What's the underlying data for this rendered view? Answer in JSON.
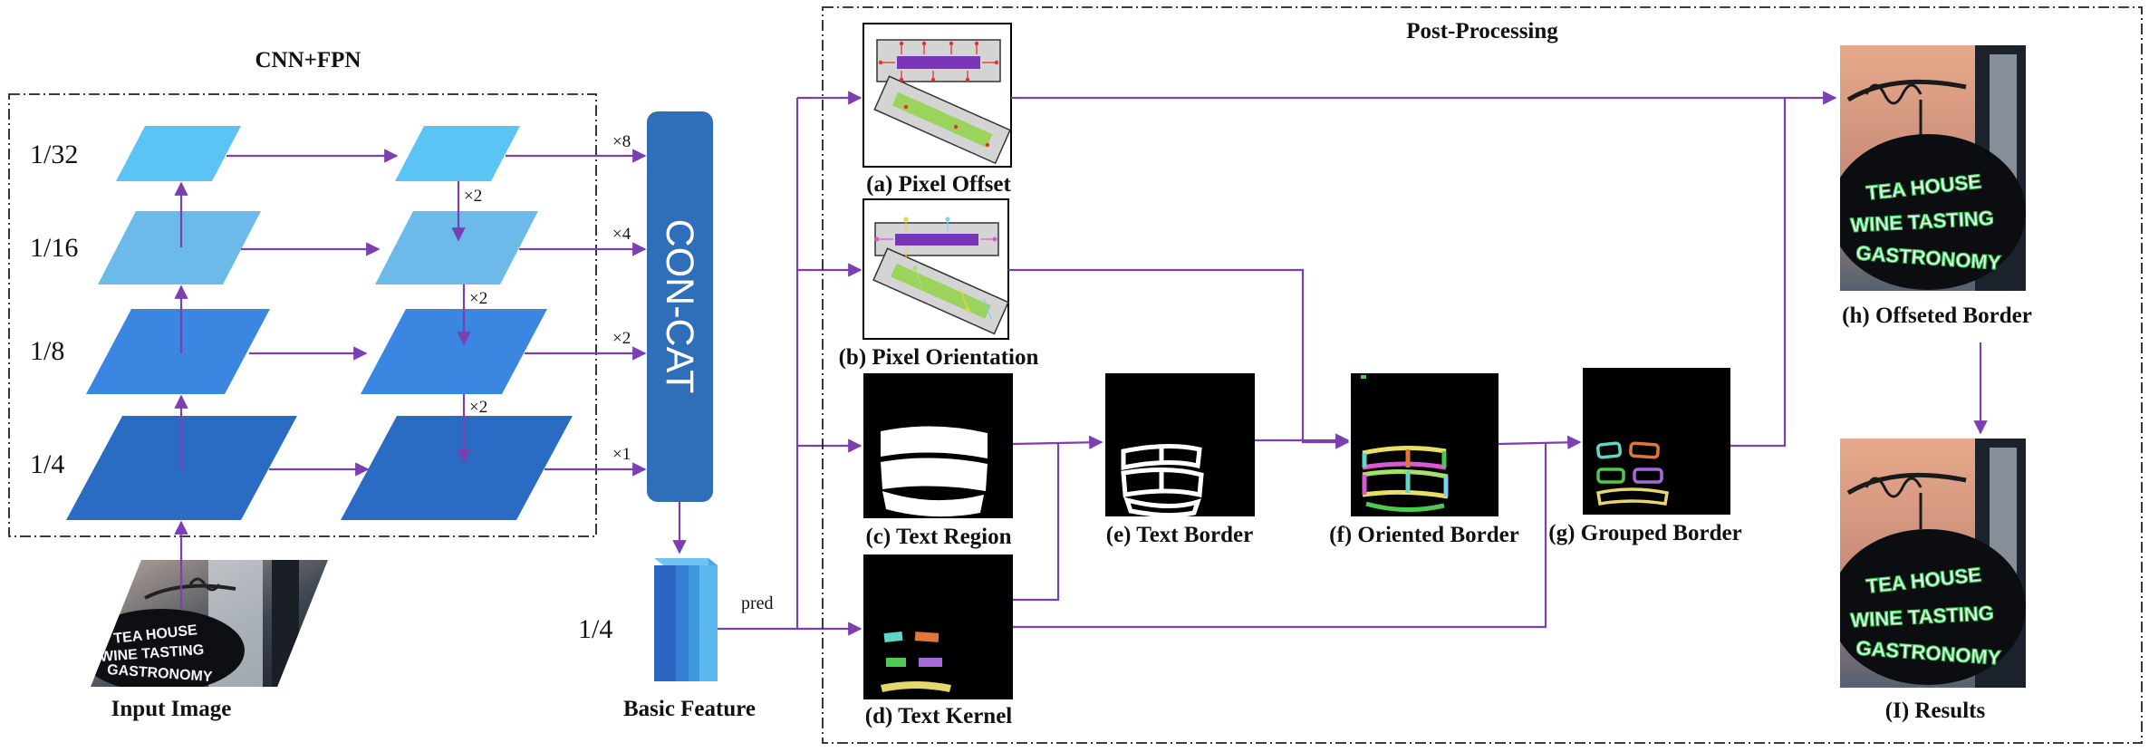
{
  "sections": {
    "cnn_fpn_title": "CNN+FPN",
    "post_processing_title": "Post-Processing"
  },
  "scales": {
    "s32": "1/32",
    "s16": "1/16",
    "s8": "1/8",
    "s4": "1/4",
    "basic_feature_scale": "1/4"
  },
  "multipliers": {
    "x8": "×8",
    "x4": "×4",
    "x2": "×2",
    "x1": "×1",
    "up2": "×2"
  },
  "concat_label": "CON-CAT",
  "pred_label": "pred",
  "captions": {
    "input_image": "Input Image",
    "basic_feature": "Basic Feature",
    "pixel_offset": "(a) Pixel Offset",
    "pixel_orientation": "(b) Pixel Orientation",
    "text_region": "(c) Text Region",
    "text_kernel": "(d) Text Kernel",
    "text_border": "(e) Text Border",
    "oriented_border": "(f) Oriented Border",
    "grouped_border": "(g) Grouped Border",
    "offseted_border": "(h) Offseted Border",
    "results": "(I) Results"
  },
  "sign_text": {
    "line1": "TEA HOUSE",
    "line2": "WINE TASTING",
    "line3": "GASTRONOMY"
  },
  "colors": {
    "arrow": "#7a3fb0",
    "concat_block": "#2f6fba",
    "level_1_32": "#5bc4f5",
    "level_1_16": "#6bbaea",
    "level_1_8": "#3a86e0",
    "level_1_4": "#2a6cc4",
    "result_outline": "#39d35a"
  }
}
